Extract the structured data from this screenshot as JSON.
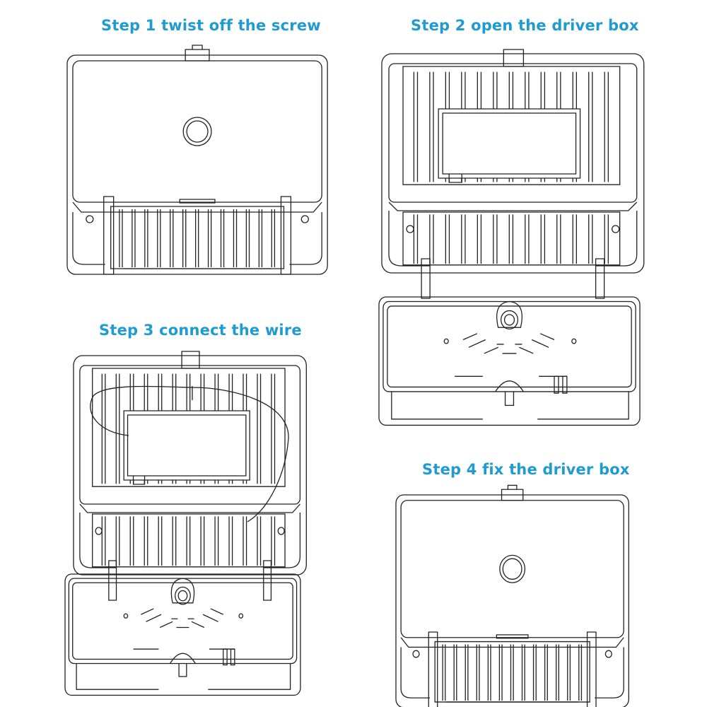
{
  "steps": [
    {
      "title": "Step 1 twist off the screw"
    },
    {
      "title": "Step 2 open the driver box"
    },
    {
      "title": "Step 3 connect the wire"
    },
    {
      "title": "Step 4 fix the driver box"
    }
  ],
  "colors": {
    "title": "#1f9bcf",
    "line": "#222222",
    "background": "#ffffff"
  }
}
